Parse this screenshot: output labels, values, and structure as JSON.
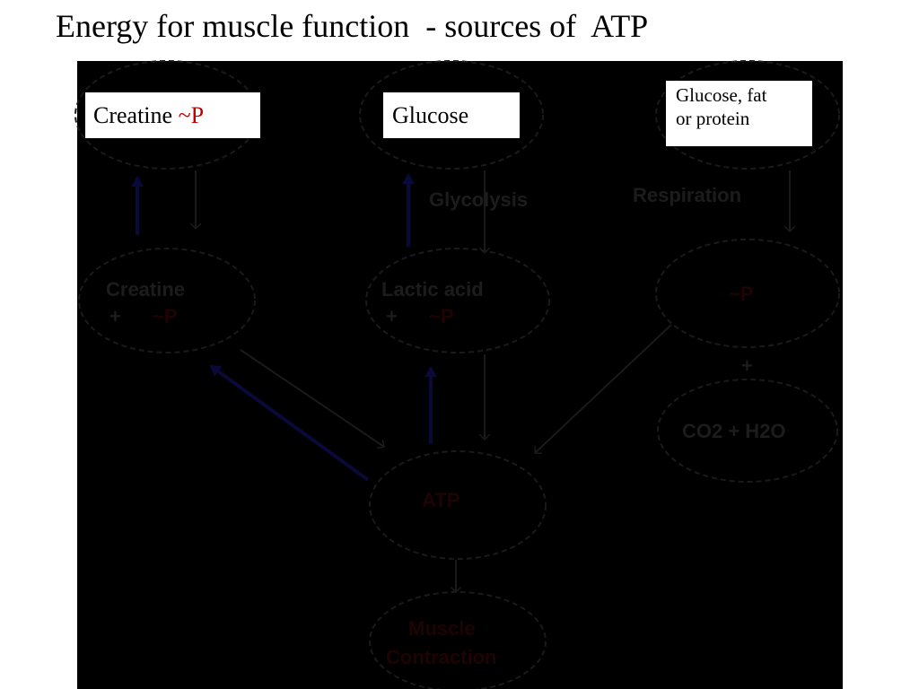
{
  "slide": {
    "title": "Energy for muscle function  - sources of  ATP"
  },
  "colors": {
    "panel_background": "#000000",
    "label_background": "#ffffff",
    "accent": "#c00000",
    "hidden_text": "#1c1c1c",
    "hidden_accent": "#1f0303",
    "arrow_blue": "#0a0a3a"
  },
  "labels": {
    "creatine_box": {
      "text": "Creatine ",
      "phosphate": "~P"
    },
    "glucose_box": {
      "text": "Glucose"
    },
    "fuel_box": {
      "line1": "Glucose, fat",
      "line2": "or protein"
    }
  },
  "diagram": {
    "creatine_node": {
      "line1": "Creatine",
      "line2_sym": "+",
      "line2_p": "~P"
    },
    "lactic_node": {
      "line1": "Lactic acid",
      "line2_sym": "+",
      "line2_p": "~P"
    },
    "respiration_p_node": {
      "text": "~P"
    },
    "plus_sign": "+",
    "products_node": {
      "text": "CO2 + H2O"
    },
    "atp_node": {
      "text": "ATP"
    },
    "muscle_node": {
      "line1": "Muscle",
      "line2": "Contraction"
    },
    "glycolysis_label": "Glycolysis",
    "respiration_label": "Respiration"
  }
}
